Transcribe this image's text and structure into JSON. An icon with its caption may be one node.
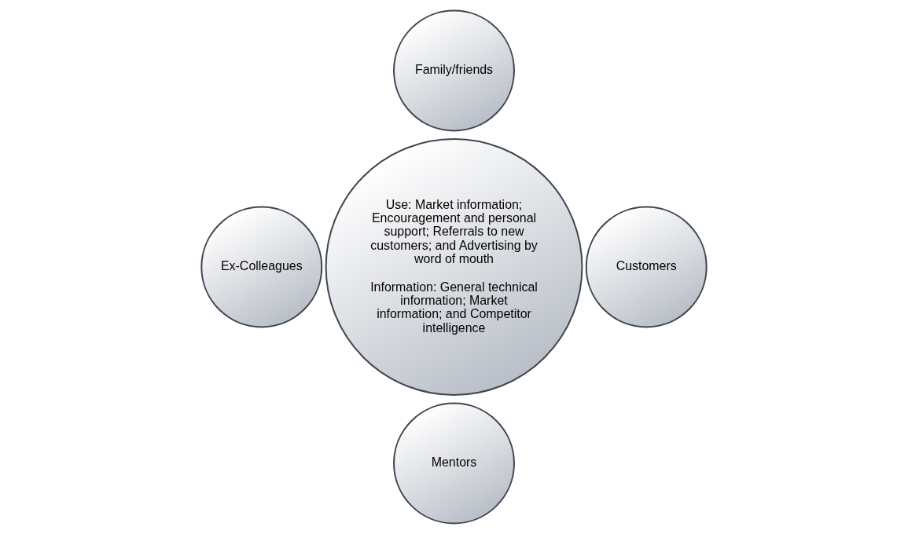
{
  "diagram": {
    "nodes": [
      {
        "text": [
          "Family/friends"
        ]
      },
      {
        "text": [
          "Use: Market information; Encouragement and personal support; Referrals to new customers; and Advertising by word of mouth",
          "Information: General technical information; Market information; and Competitor intelligence"
        ]
      },
      {
        "text": [
          "Ex-Colleagues"
        ]
      },
      {
        "text": [
          "Customers"
        ]
      },
      {
        "text": [
          "Mentors"
        ]
      }
    ],
    "edges": []
  }
}
